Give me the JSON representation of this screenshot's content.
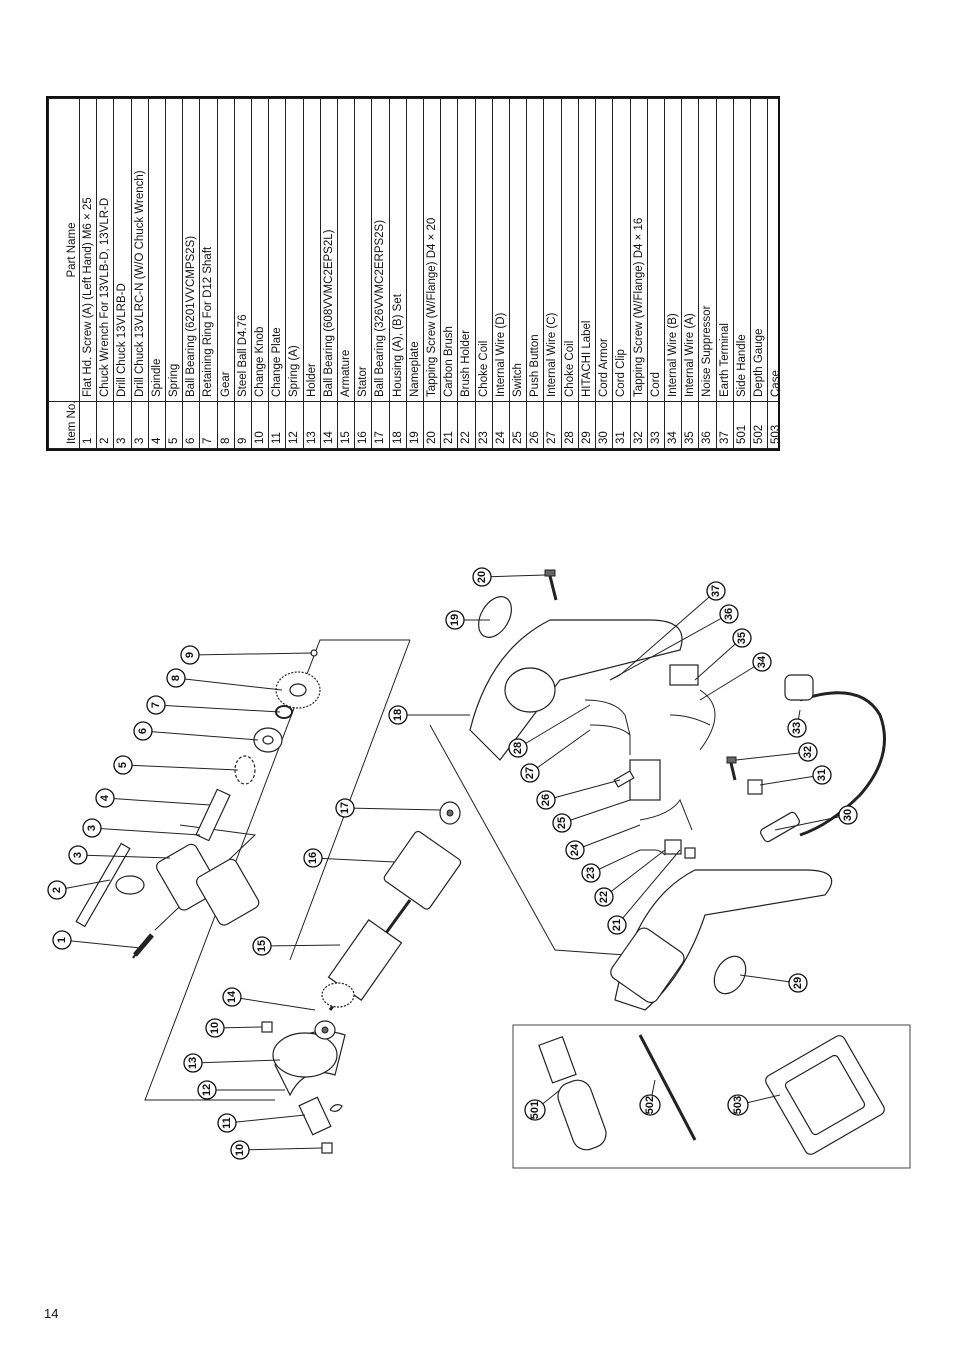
{
  "table": {
    "header_no": "Item No.",
    "header_name": "Part Name",
    "rows": [
      {
        "no": "1",
        "name": "Flat Hd. Screw (A) (Left Hand) M6 × 25"
      },
      {
        "no": "2",
        "name": "Chuck Wrench For 13VLB-D, 13VLR-D"
      },
      {
        "no": "3",
        "name": "Drill Chuck 13VLRB-D"
      },
      {
        "no": "3",
        "name": "Drill Chuck 13VLRC-N (W/O Chuck Wrench)"
      },
      {
        "no": "4",
        "name": "Spindle"
      },
      {
        "no": "5",
        "name": "Spring"
      },
      {
        "no": "6",
        "name": "Ball Bearing (6201VVCMPS2S)"
      },
      {
        "no": "7",
        "name": "Retaining Ring For D12 Shaft"
      },
      {
        "no": "8",
        "name": "Gear"
      },
      {
        "no": "9",
        "name": "Steel Ball D4.76"
      },
      {
        "no": "10",
        "name": "Change Knob"
      },
      {
        "no": "11",
        "name": "Change Plate"
      },
      {
        "no": "12",
        "name": "Spring (A)"
      },
      {
        "no": "13",
        "name": "Holder"
      },
      {
        "no": "14",
        "name": "Ball Bearing (608VVMC2EPS2L)"
      },
      {
        "no": "15",
        "name": "Armature"
      },
      {
        "no": "16",
        "name": "Stator"
      },
      {
        "no": "17",
        "name": "Ball Bearing (326VVMC2ERPS2S)"
      },
      {
        "no": "18",
        "name": "Housing (A), (B) Set"
      },
      {
        "no": "19",
        "name": "Nameplate"
      },
      {
        "no": "20",
        "name": "Tapping Screw (W/Flange) D4 × 20"
      },
      {
        "no": "21",
        "name": "Carbon Brush"
      },
      {
        "no": "22",
        "name": "Brush Holder"
      },
      {
        "no": "23",
        "name": "Choke Coil"
      },
      {
        "no": "24",
        "name": "Internal Wire (D)"
      },
      {
        "no": "25",
        "name": "Switch"
      },
      {
        "no": "26",
        "name": "Push Button"
      },
      {
        "no": "27",
        "name": "Internal Wire (C)"
      },
      {
        "no": "28",
        "name": "Choke Coil"
      },
      {
        "no": "29",
        "name": "HITACHI Label"
      },
      {
        "no": "30",
        "name": "Cord Armor"
      },
      {
        "no": "31",
        "name": "Cord Clip"
      },
      {
        "no": "32",
        "name": "Tapping Screw (W/Flange) D4 × 16"
      },
      {
        "no": "33",
        "name": "Cord"
      },
      {
        "no": "34",
        "name": "Internal Wire (B)"
      },
      {
        "no": "35",
        "name": "Internal Wire (A)"
      },
      {
        "no": "36",
        "name": "Noise Suppressor"
      },
      {
        "no": "37",
        "name": "Earth Terminal"
      },
      {
        "no": "501",
        "name": "Side Handle"
      },
      {
        "no": "502",
        "name": "Depth Gauge"
      },
      {
        "no": "503",
        "name": "Case"
      }
    ]
  },
  "callouts": [
    "1",
    "2",
    "3",
    "3",
    "4",
    "5",
    "6",
    "7",
    "8",
    "9",
    "10",
    "10",
    "11",
    "12",
    "13",
    "14",
    "15",
    "16",
    "17",
    "18",
    "19",
    "20",
    "21",
    "22",
    "23",
    "24",
    "25",
    "26",
    "27",
    "28",
    "29",
    "30",
    "31",
    "32",
    "33",
    "34",
    "35",
    "36",
    "37",
    "501",
    "502",
    "503"
  ],
  "page_number": "14"
}
